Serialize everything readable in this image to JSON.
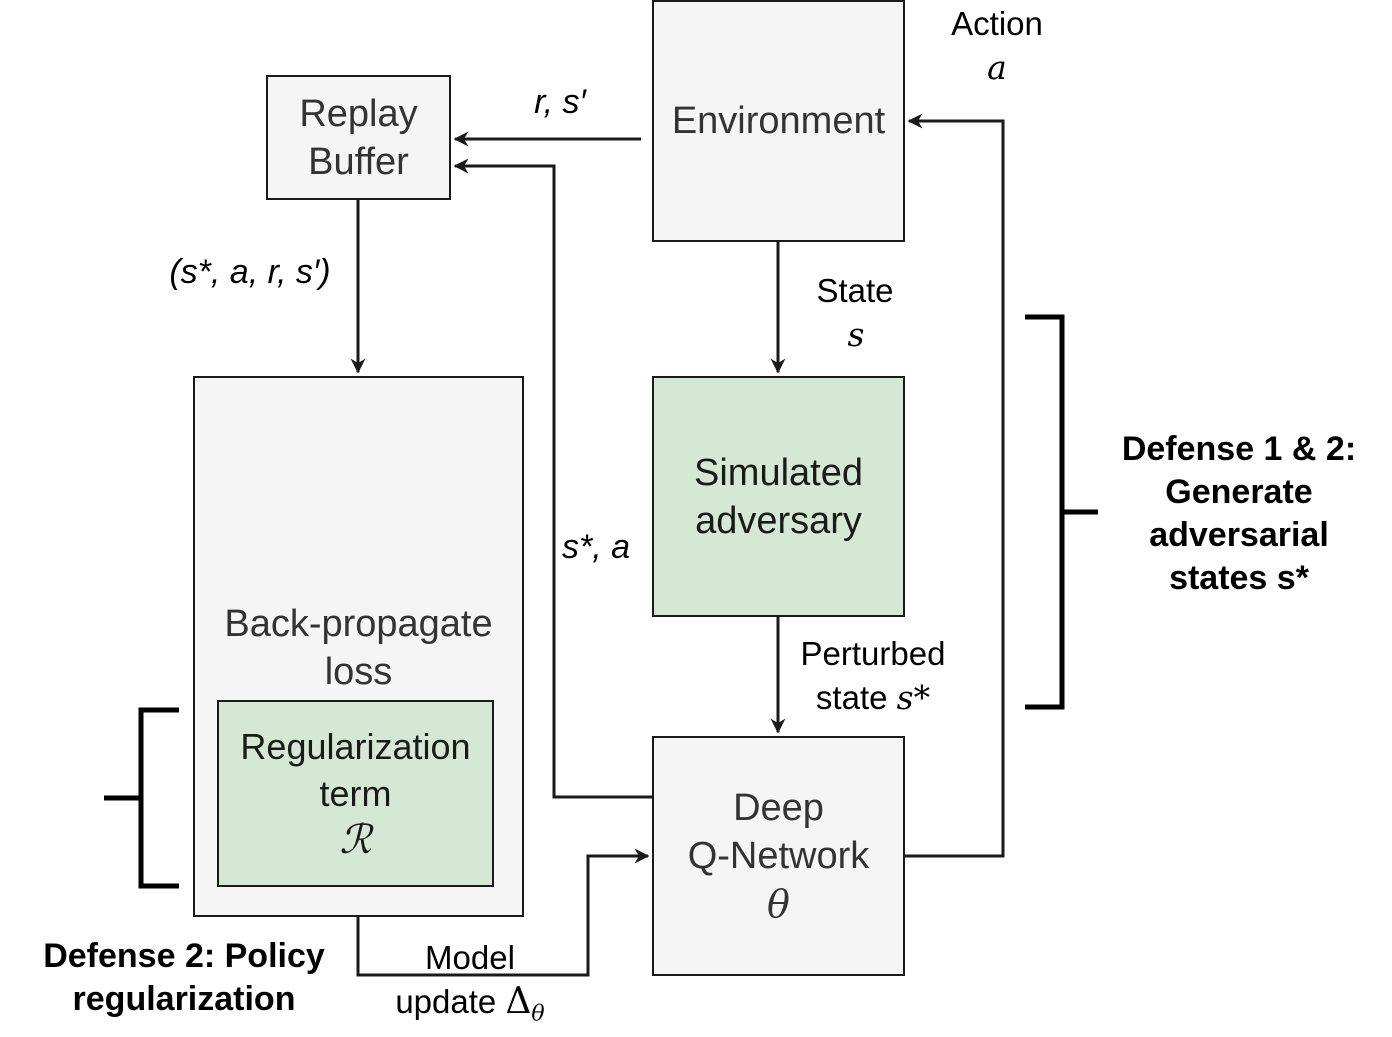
{
  "nodes": {
    "replay_buffer": {
      "line1": "Replay",
      "line2": "Buffer"
    },
    "environment": {
      "label": "Environment"
    },
    "simulated_adversary": {
      "line1": "Simulated",
      "line2": "adversary"
    },
    "backprop": {
      "line1": "Back-propagate",
      "line2": "loss"
    },
    "regularization": {
      "line1": "Regularization",
      "line2": "term",
      "symbol": "ℛ"
    },
    "dqn": {
      "line1": "Deep",
      "line2": "Q-Network",
      "symbol": "θ"
    }
  },
  "edges": {
    "action": {
      "text": "Action",
      "symbol": "a"
    },
    "reward_next": {
      "math": "r, s′"
    },
    "transition_tuple": {
      "math": "(s*, a, r, s′)"
    },
    "state": {
      "text": "State",
      "symbol": "s"
    },
    "perturbed": {
      "line1": "Perturbed",
      "line2": "state",
      "symbol": "s*"
    },
    "sa": {
      "math": "s*, a"
    },
    "model_update": {
      "line1": "Model",
      "line2": "update",
      "symbol": "Δ",
      "subscript": "θ"
    }
  },
  "annotations": {
    "defense12": {
      "line1": "Defense 1 & 2:",
      "line2": "Generate",
      "line3": "adversarial",
      "line4": "states s*"
    },
    "defense2": {
      "line1": "Defense 2: Policy",
      "line2": "regularization"
    }
  },
  "colors": {
    "stroke": "#1a1a1a",
    "box_fill": "#f5f5f5",
    "green_fill": "#d5e8d4"
  }
}
